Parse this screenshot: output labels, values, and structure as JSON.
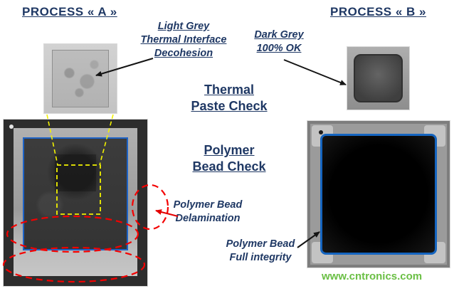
{
  "titles": {
    "process_a": "PROCESS « A »",
    "process_b": "PROCESS « B »"
  },
  "checks": {
    "thermal": "Thermal\nPaste Check",
    "polymer": "Polymer\nBead Check"
  },
  "annotations": {
    "light_grey": "Light Grey\nThermal Interface\nDecohesion",
    "dark_grey": "Dark Grey\n100% OK",
    "delamination": "Polymer Bead\nDelamination",
    "full_integrity": "Polymer Bead\nFull integrity"
  },
  "watermark": "www.cntronics.com",
  "colors": {
    "heading_text": "#1f3864",
    "watermark_green": "#6abf44",
    "callout_yellow": "#f2f200",
    "defect_red": "#ff0000",
    "polymer_bead_blue": "#1565c0"
  }
}
